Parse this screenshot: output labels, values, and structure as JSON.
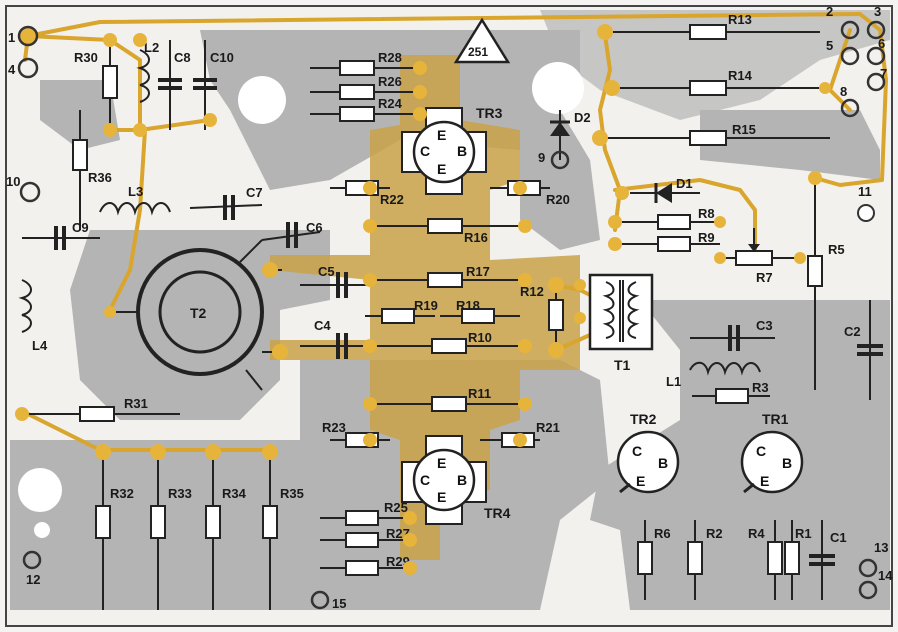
{
  "board_marker": "251",
  "terminals": [
    "1",
    "2",
    "3",
    "4",
    "5",
    "6",
    "7",
    "8",
    "9",
    "10",
    "11",
    "12",
    "13",
    "14",
    "15"
  ],
  "transistors": {
    "tr1": {
      "label": "TR1",
      "pins": [
        "C",
        "B",
        "E"
      ]
    },
    "tr2": {
      "label": "TR2",
      "pins": [
        "C",
        "B",
        "E"
      ]
    },
    "tr3": {
      "label": "TR3",
      "pins": [
        "C",
        "E",
        "B",
        "E"
      ]
    },
    "tr4": {
      "label": "TR4",
      "pins": [
        "C",
        "E",
        "B",
        "E"
      ]
    }
  },
  "transformers": [
    "T1",
    "T2"
  ],
  "resistors": [
    "R1",
    "R2",
    "R3",
    "R4",
    "R5",
    "R6",
    "R7",
    "R8",
    "R9",
    "R10",
    "R11",
    "R12",
    "R13",
    "R14",
    "R15",
    "R16",
    "R17",
    "R18",
    "R19",
    "R20",
    "R21",
    "R22",
    "R23",
    "R24",
    "R25",
    "R26",
    "R27",
    "R28",
    "R29",
    "R30",
    "R31",
    "R32",
    "R33",
    "R34",
    "R35",
    "R36"
  ],
  "capacitors": [
    "C1",
    "C2",
    "C3",
    "C4",
    "C5",
    "C6",
    "C7",
    "C8",
    "C9",
    "C10"
  ],
  "inductors": [
    "L1",
    "L2",
    "L3",
    "L4"
  ],
  "diodes": [
    "D1",
    "D2"
  ],
  "colors": {
    "board": "#f4f3f1",
    "ground_plane": "#b4b4b4",
    "copper_trace": "#d9a52c",
    "copper_fill": "#c9a248"
  }
}
